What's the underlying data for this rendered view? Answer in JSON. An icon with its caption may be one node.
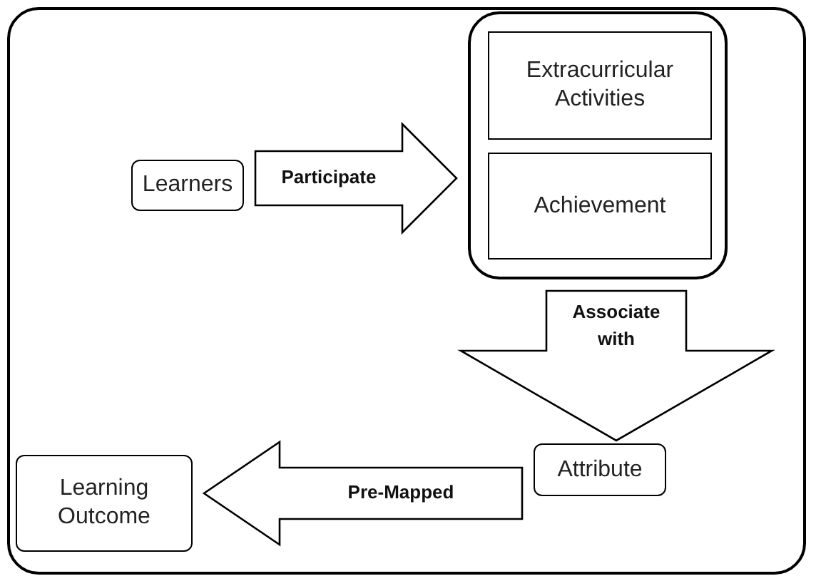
{
  "diagram": {
    "nodes": [
      {
        "text": [
          "Learners"
        ]
      },
      {
        "text": [],
        "shape": "box"
      },
      {
        "text": [
          "Extracurricular Activities"
        ],
        "in": 1
      },
      {
        "text": [
          "Achievement"
        ],
        "in": 1
      },
      {
        "text": [
          "Attribute"
        ]
      },
      {
        "text": [
          "Learning Outcome"
        ]
      }
    ],
    "edges": [
      {
        "from": 0,
        "to": 1,
        "arrow": "to",
        "label": "Participate"
      },
      {
        "from": 1,
        "to": 4,
        "arrow": "to",
        "label": "Associate with"
      },
      {
        "from": 4,
        "to": 5,
        "arrow": "to",
        "label": "Pre-Mapped"
      }
    ]
  }
}
